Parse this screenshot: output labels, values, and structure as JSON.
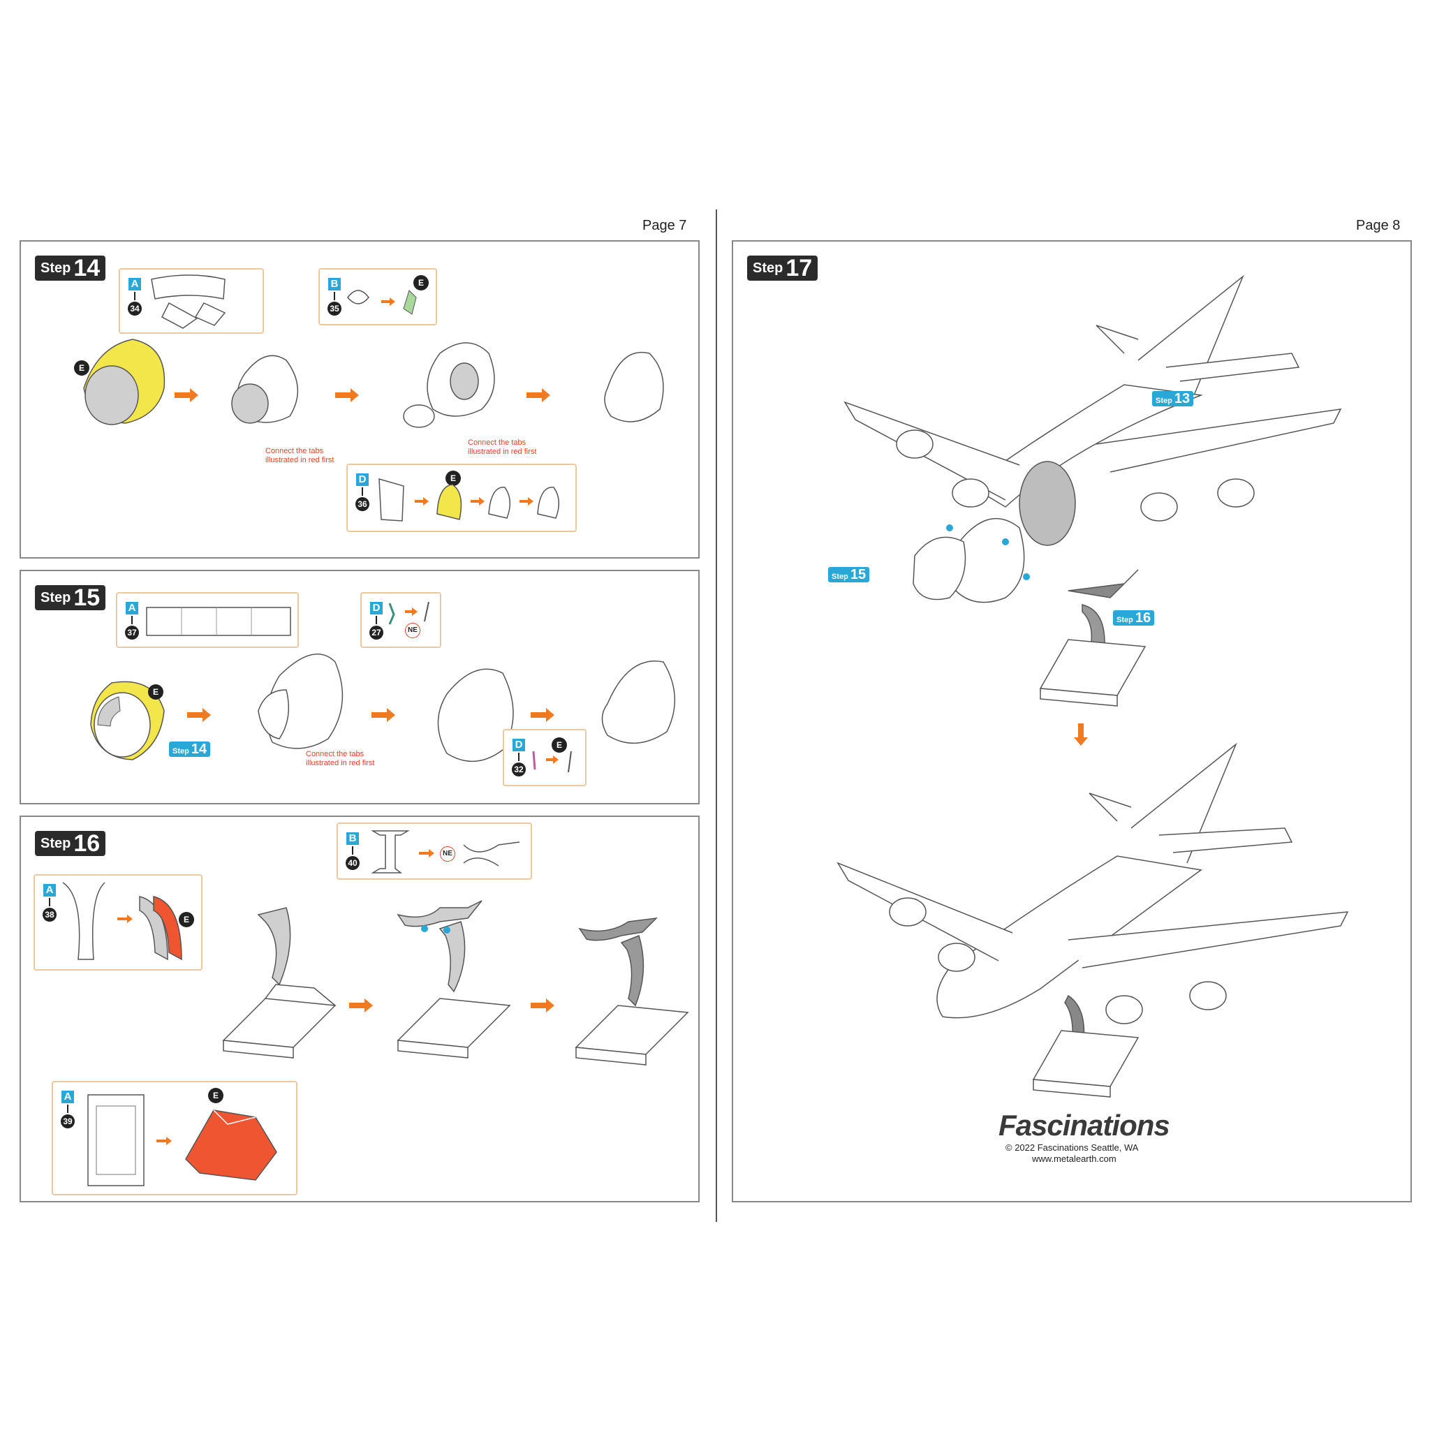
{
  "pages": {
    "left": "Page 7",
    "right": "Page 8"
  },
  "steps": {
    "s14": {
      "word": "Step",
      "num": "14"
    },
    "s15": {
      "word": "Step",
      "num": "15"
    },
    "s16": {
      "word": "Step",
      "num": "16"
    },
    "s17": {
      "word": "Step",
      "num": "17"
    }
  },
  "callouts": {
    "s14a": {
      "letter": "A",
      "num": "34"
    },
    "s14b": {
      "letter": "B",
      "num": "35",
      "e": "E"
    },
    "s14d": {
      "letter": "D",
      "num": "36",
      "e": "E"
    },
    "s15a": {
      "letter": "A",
      "num": "37"
    },
    "s15d1": {
      "letter": "D",
      "num": "27",
      "ne": "NE"
    },
    "s15d2": {
      "letter": "D",
      "num": "32",
      "e": "E"
    },
    "s16a1": {
      "letter": "A",
      "num": "38",
      "e": "E"
    },
    "s16b": {
      "letter": "B",
      "num": "40",
      "ne": "NE"
    },
    "s16a2": {
      "letter": "A",
      "num": "39",
      "e": "E"
    }
  },
  "markers": {
    "e14": "E",
    "e15": "E"
  },
  "notes": {
    "n1_l1": "Connect the tabs",
    "n1_l2": "illustrated in red first",
    "n2_l1": "Connect the tabs",
    "n2_l2": "illustrated in red first",
    "n3_l1": "Connect the tabs",
    "n3_l2": "illustrated in red first"
  },
  "refs": {
    "r14": {
      "word": "Step",
      "num": "14"
    },
    "r13": {
      "word": "Step",
      "num": "13"
    },
    "r15": {
      "word": "Step",
      "num": "15"
    },
    "r16": {
      "word": "Step",
      "num": "16"
    }
  },
  "footer": {
    "brand": "Fascinations",
    "copyright": "© 2022 Fascinations Seattle, WA",
    "url": "www.metalearth.com"
  },
  "colors": {
    "accent_blue": "#29a8d8",
    "arrow_orange": "#f07a22",
    "highlight_yellow": "#f2e64a",
    "base_red": "#ee5530"
  }
}
